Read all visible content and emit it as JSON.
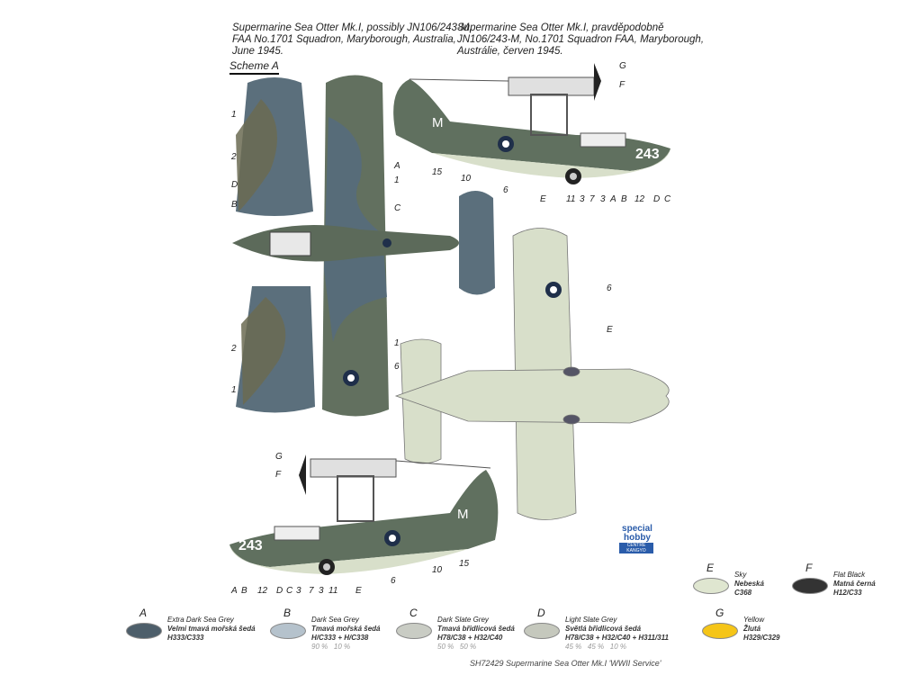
{
  "caption_en": "Supermarine Sea Otter Mk.I, possibly JN106/243-M,\nFAA No.1701 Squadron, Maryborough, Australia,\nJune 1945.",
  "caption_cz": "Supermarine Sea Otter Mk.I, pravděpodobně\nJN106/243-M, No.1701 Squadron FAA, Maryborough,\nAustrálie, červen 1945.",
  "scheme": "Scheme A",
  "aircraft_code": "243",
  "aircraft_letter": "M",
  "callouts": {
    "side_top": [
      "G",
      "F",
      "15",
      "10",
      "6",
      "E",
      "11",
      "3",
      "7",
      "3",
      "A",
      "B",
      "12",
      "D",
      "C"
    ],
    "top_view": [
      "1",
      "2",
      "D",
      "B",
      "A",
      "1",
      "C",
      "2",
      "1",
      "1",
      "6"
    ],
    "bottom_view": [
      "6",
      "E"
    ],
    "side_bottom": [
      "G",
      "F",
      "A",
      "B",
      "12",
      "D",
      "C",
      "3",
      "7",
      "3",
      "11",
      "E",
      "6",
      "10",
      "15"
    ]
  },
  "legend": [
    {
      "letter": "A",
      "name": "Extra Dark Sea Grey",
      "cz": "Velmi tmavá mořská šedá",
      "codes": "H333/C333",
      "mix": "",
      "color": "#4d5e6a"
    },
    {
      "letter": "B",
      "name": "Dark Sea Grey",
      "cz": "Tmavá mořská šedá",
      "codes": "H/C333 + H/C338",
      "mix": "90 %   10 %",
      "color": "#b5c2cc"
    },
    {
      "letter": "C",
      "name": "Dark Slate Grey",
      "cz": "Tmavá břidlicová šedá",
      "codes": "H78/C38 + H32/C40",
      "mix": "50 %   50 %",
      "color": "#c9ccc4"
    },
    {
      "letter": "D",
      "name": "Light Slate Grey",
      "cz": "Světlá břidlicová šedá",
      "codes": "H78/C38 + H32/C40 + H311/311",
      "mix": "45 %   45 %   10 %",
      "color": "#c5c8bd"
    },
    {
      "letter": "G",
      "name": "Yellow",
      "cz": "Žlutá",
      "codes": "H329/C329",
      "mix": "",
      "color": "#f5c518"
    },
    {
      "letter": "E",
      "name": "Sky",
      "cz": "Nebeská",
      "codes": "C368",
      "mix": "",
      "color": "#dfe6d0"
    },
    {
      "letter": "F",
      "name": "Flat Black",
      "cz": "Matná černá",
      "codes": "H12/C33",
      "mix": "",
      "color": "#333333"
    }
  ],
  "brand": {
    "logo1": "special hobby",
    "logo2": "CENTRE KANGYO"
  },
  "footer": "SH72429  Supermarine Sea Otter Mk.I 'WWII Service'",
  "colors": {
    "camo_dark": "#4e6474",
    "camo_green": "#6b6b52",
    "sky": "#d8dfca",
    "roundel_blue": "#1f2f4a"
  }
}
